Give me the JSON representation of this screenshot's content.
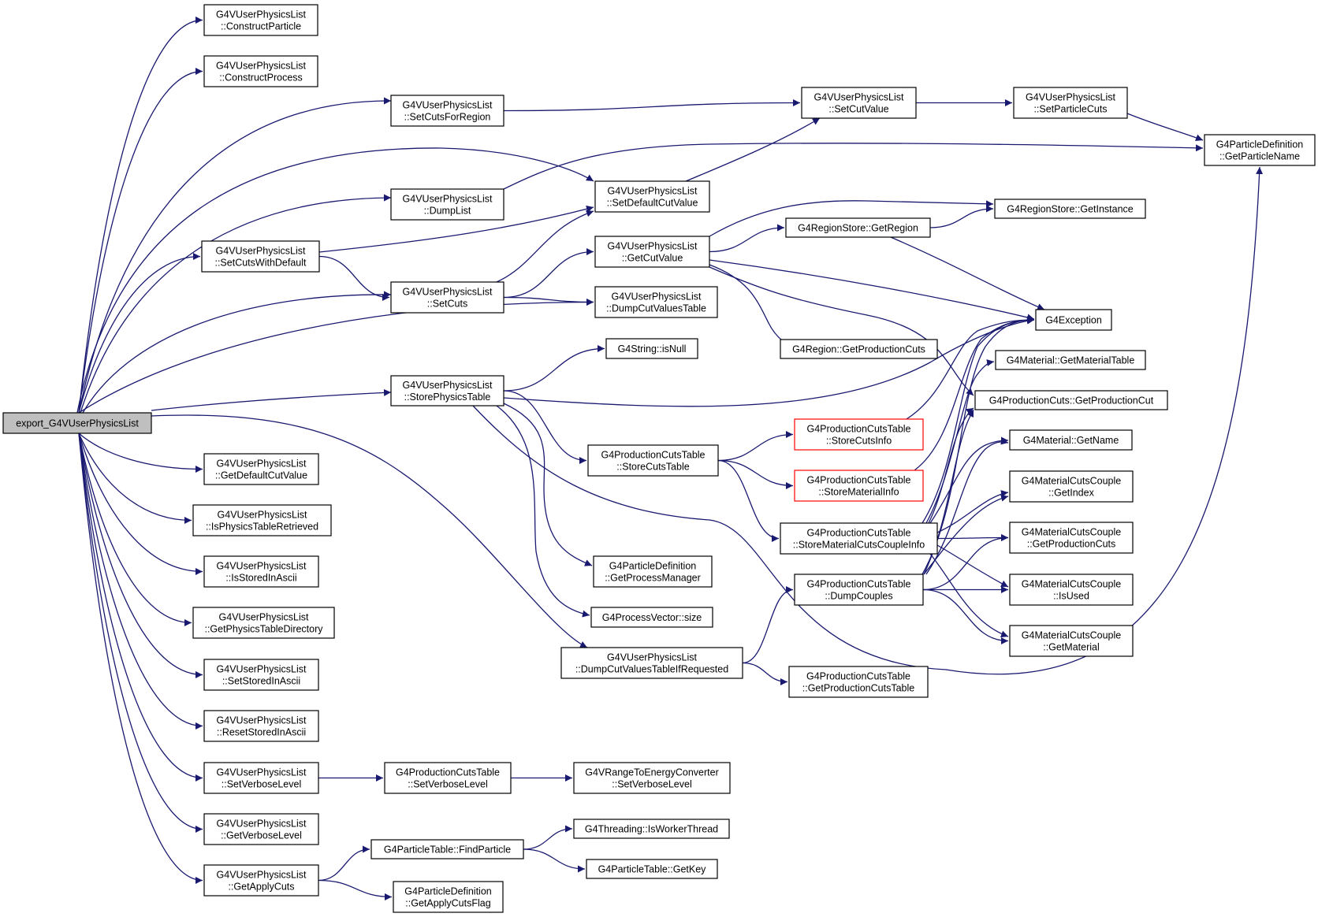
{
  "graph": {
    "edge_color": "#191970",
    "root_fill": "#bfbfbf",
    "truncated_border": "#ff0000",
    "nodes": [
      {
        "id": "root",
        "lines": [
          "export_G4VUserPhysicsList"
        ],
        "root": true
      },
      {
        "id": "constructParticle",
        "lines": [
          "G4VUserPhysicsList",
          "::ConstructParticle"
        ]
      },
      {
        "id": "constructProcess",
        "lines": [
          "G4VUserPhysicsList",
          "::ConstructProcess"
        ]
      },
      {
        "id": "setCutsForRegion",
        "lines": [
          "G4VUserPhysicsList",
          "::SetCutsForRegion"
        ]
      },
      {
        "id": "setCutValue",
        "lines": [
          "G4VUserPhysicsList",
          "::SetCutValue"
        ]
      },
      {
        "id": "setParticleCuts",
        "lines": [
          "G4VUserPhysicsList",
          "::SetParticleCuts"
        ]
      },
      {
        "id": "getParticleName",
        "lines": [
          "G4ParticleDefinition",
          "::GetParticleName"
        ]
      },
      {
        "id": "dumpList",
        "lines": [
          "G4VUserPhysicsList",
          "::DumpList"
        ]
      },
      {
        "id": "setDefaultCutValue",
        "lines": [
          "G4VUserPhysicsList",
          "::SetDefaultCutValue"
        ]
      },
      {
        "id": "regionStoreGetInstance",
        "lines": [
          "G4RegionStore::GetInstance"
        ]
      },
      {
        "id": "setCutsWithDefault",
        "lines": [
          "G4VUserPhysicsList",
          "::SetCutsWithDefault"
        ]
      },
      {
        "id": "getCutValue",
        "lines": [
          "G4VUserPhysicsList",
          "::GetCutValue"
        ]
      },
      {
        "id": "regionStoreGetRegion",
        "lines": [
          "G4RegionStore::GetRegion"
        ]
      },
      {
        "id": "setCuts",
        "lines": [
          "G4VUserPhysicsList",
          "::SetCuts"
        ]
      },
      {
        "id": "dumpCutValuesTable",
        "lines": [
          "G4VUserPhysicsList",
          "::DumpCutValuesTable"
        ]
      },
      {
        "id": "g4Exception",
        "lines": [
          "G4Exception"
        ]
      },
      {
        "id": "stringIsNull",
        "lines": [
          "G4String::isNull"
        ]
      },
      {
        "id": "regionGetProductionCuts",
        "lines": [
          "G4Region::GetProductionCuts"
        ]
      },
      {
        "id": "materialGetMaterialTable",
        "lines": [
          "G4Material::GetMaterialTable"
        ]
      },
      {
        "id": "storePhysicsTable",
        "lines": [
          "G4VUserPhysicsList",
          "::StorePhysicsTable"
        ]
      },
      {
        "id": "productionCutsGetProductionCut",
        "lines": [
          "G4ProductionCuts::GetProductionCut"
        ]
      },
      {
        "id": "storeCutsInfo",
        "lines": [
          "G4ProductionCutsTable",
          "::StoreCutsInfo"
        ],
        "truncated": true
      },
      {
        "id": "materialGetName",
        "lines": [
          "G4Material::GetName"
        ]
      },
      {
        "id": "storeCutsTable",
        "lines": [
          "G4ProductionCutsTable",
          "::StoreCutsTable"
        ]
      },
      {
        "id": "storeMaterialInfo",
        "lines": [
          "G4ProductionCutsTable",
          "::StoreMaterialInfo"
        ],
        "truncated": true
      },
      {
        "id": "mccGetIndex",
        "lines": [
          "G4MaterialCutsCouple",
          "::GetIndex"
        ]
      },
      {
        "id": "getDefaultCutValue",
        "lines": [
          "G4VUserPhysicsList",
          "::GetDefaultCutValue"
        ]
      },
      {
        "id": "isPhysicsTableRetrieved",
        "lines": [
          "G4VUserPhysicsList",
          "::IsPhysicsTableRetrieved"
        ]
      },
      {
        "id": "storeMaterialCutsCoupleInfo",
        "lines": [
          "G4ProductionCutsTable",
          "::StoreMaterialCutsCoupleInfo"
        ]
      },
      {
        "id": "mccGetProductionCuts",
        "lines": [
          "G4MaterialCutsCouple",
          "::GetProductionCuts"
        ]
      },
      {
        "id": "isStoredInAscii",
        "lines": [
          "G4VUserPhysicsList",
          "::IsStoredInAscii"
        ]
      },
      {
        "id": "getProcessManager",
        "lines": [
          "G4ParticleDefinition",
          "::GetProcessManager"
        ]
      },
      {
        "id": "dumpCouples",
        "lines": [
          "G4ProductionCutsTable",
          "::DumpCouples"
        ]
      },
      {
        "id": "mccIsUsed",
        "lines": [
          "G4MaterialCutsCouple",
          "::IsUsed"
        ]
      },
      {
        "id": "getPhysicsTableDirectory",
        "lines": [
          "G4VUserPhysicsList",
          "::GetPhysicsTableDirectory"
        ]
      },
      {
        "id": "processVectorSize",
        "lines": [
          "G4ProcessVector::size"
        ]
      },
      {
        "id": "mccGetMaterial",
        "lines": [
          "G4MaterialCutsCouple",
          "::GetMaterial"
        ]
      },
      {
        "id": "dumpCutValuesTableIfRequested",
        "lines": [
          "G4VUserPhysicsList",
          "::DumpCutValuesTableIfRequested"
        ]
      },
      {
        "id": "setStoredInAscii",
        "lines": [
          "G4VUserPhysicsList",
          "::SetStoredInAscii"
        ]
      },
      {
        "id": "getProductionCutsTable",
        "lines": [
          "G4ProductionCutsTable",
          "::GetProductionCutsTable"
        ]
      },
      {
        "id": "resetStoredInAscii",
        "lines": [
          "G4VUserPhysicsList",
          "::ResetStoredInAscii"
        ]
      },
      {
        "id": "setVerboseLevel",
        "lines": [
          "G4VUserPhysicsList",
          "::SetVerboseLevel"
        ]
      },
      {
        "id": "pctSetVerboseLevel",
        "lines": [
          "G4ProductionCutsTable",
          "::SetVerboseLevel"
        ]
      },
      {
        "id": "rangeToEnergySetVerboseLevel",
        "lines": [
          "G4VRangeToEnergyConverter",
          "::SetVerboseLevel"
        ]
      },
      {
        "id": "getVerboseLevel",
        "lines": [
          "G4VUserPhysicsList",
          "::GetVerboseLevel"
        ]
      },
      {
        "id": "threadingIsWorkerThread",
        "lines": [
          "G4Threading::IsWorkerThread"
        ]
      },
      {
        "id": "particleTableFindParticle",
        "lines": [
          "G4ParticleTable::FindParticle"
        ]
      },
      {
        "id": "particleTableGetKey",
        "lines": [
          "G4ParticleTable::GetKey"
        ]
      },
      {
        "id": "getApplyCuts",
        "lines": [
          "G4VUserPhysicsList",
          "::GetApplyCuts"
        ]
      },
      {
        "id": "getApplyCutsFlag",
        "lines": [
          "G4ParticleDefinition",
          "::GetApplyCutsFlag"
        ]
      }
    ],
    "edges": [
      [
        "root",
        "constructParticle"
      ],
      [
        "root",
        "constructProcess"
      ],
      [
        "root",
        "setCutsForRegion"
      ],
      [
        "root",
        "setDefaultCutValue"
      ],
      [
        "root",
        "dumpList"
      ],
      [
        "root",
        "setCutsWithDefault"
      ],
      [
        "root",
        "setCuts"
      ],
      [
        "root",
        "dumpCutValuesTable"
      ],
      [
        "root",
        "storePhysicsTable"
      ],
      [
        "root",
        "getDefaultCutValue"
      ],
      [
        "root",
        "isPhysicsTableRetrieved"
      ],
      [
        "root",
        "isStoredInAscii"
      ],
      [
        "root",
        "getPhysicsTableDirectory"
      ],
      [
        "root",
        "setStoredInAscii"
      ],
      [
        "root",
        "resetStoredInAscii"
      ],
      [
        "root",
        "setVerboseLevel"
      ],
      [
        "root",
        "getVerboseLevel"
      ],
      [
        "root",
        "getApplyCuts"
      ],
      [
        "root",
        "dumpCutValuesTableIfRequested"
      ],
      [
        "setCutsForRegion",
        "setCutValue"
      ],
      [
        "setCutValue",
        "setParticleCuts"
      ],
      [
        "setParticleCuts",
        "getParticleName"
      ],
      [
        "dumpList",
        "getParticleName"
      ],
      [
        "setDefaultCutValue",
        "setCutValue"
      ],
      [
        "setCutsWithDefault",
        "setDefaultCutValue"
      ],
      [
        "setCutsWithDefault",
        "setCuts"
      ],
      [
        "setCuts",
        "setDefaultCutValue"
      ],
      [
        "setCuts",
        "getCutValue"
      ],
      [
        "setCuts",
        "dumpCutValuesTable"
      ],
      [
        "getCutValue",
        "regionStoreGetInstance"
      ],
      [
        "getCutValue",
        "regionStoreGetRegion"
      ],
      [
        "getCutValue",
        "g4Exception"
      ],
      [
        "getCutValue",
        "regionGetProductionCuts"
      ],
      [
        "getCutValue",
        "productionCutsGetProductionCut"
      ],
      [
        "regionStoreGetRegion",
        "regionStoreGetInstance"
      ],
      [
        "regionStoreGetRegion",
        "g4Exception"
      ],
      [
        "storePhysicsTable",
        "stringIsNull"
      ],
      [
        "storePhysicsTable",
        "g4Exception"
      ],
      [
        "storePhysicsTable",
        "storeCutsTable"
      ],
      [
        "storePhysicsTable",
        "getProcessManager"
      ],
      [
        "storePhysicsTable",
        "processVectorSize"
      ],
      [
        "storePhysicsTable",
        "getParticleName"
      ],
      [
        "storeCutsTable",
        "storeCutsInfo"
      ],
      [
        "storeCutsTable",
        "storeMaterialInfo"
      ],
      [
        "storeCutsTable",
        "storeMaterialCutsCoupleInfo"
      ],
      [
        "storeCutsInfo",
        "g4Exception"
      ],
      [
        "storeMaterialInfo",
        "g4Exception"
      ],
      [
        "storeMaterialCutsCoupleInfo",
        "g4Exception"
      ],
      [
        "storeMaterialCutsCoupleInfo",
        "materialGetMaterialTable"
      ],
      [
        "storeMaterialCutsCoupleInfo",
        "productionCutsGetProductionCut"
      ],
      [
        "storeMaterialCutsCoupleInfo",
        "materialGetName"
      ],
      [
        "storeMaterialCutsCoupleInfo",
        "mccGetIndex"
      ],
      [
        "storeMaterialCutsCoupleInfo",
        "mccGetProductionCuts"
      ],
      [
        "storeMaterialCutsCoupleInfo",
        "mccIsUsed"
      ],
      [
        "storeMaterialCutsCoupleInfo",
        "mccGetMaterial"
      ],
      [
        "dumpCouples",
        "g4Exception"
      ],
      [
        "dumpCouples",
        "productionCutsGetProductionCut"
      ],
      [
        "dumpCouples",
        "materialGetName"
      ],
      [
        "dumpCouples",
        "mccGetIndex"
      ],
      [
        "dumpCouples",
        "mccGetProductionCuts"
      ],
      [
        "dumpCouples",
        "mccIsUsed"
      ],
      [
        "dumpCouples",
        "mccGetMaterial"
      ],
      [
        "dumpCutValuesTableIfRequested",
        "dumpCouples"
      ],
      [
        "dumpCutValuesTableIfRequested",
        "getProductionCutsTable"
      ],
      [
        "setVerboseLevel",
        "pctSetVerboseLevel"
      ],
      [
        "pctSetVerboseLevel",
        "rangeToEnergySetVerboseLevel"
      ],
      [
        "getApplyCuts",
        "particleTableFindParticle"
      ],
      [
        "getApplyCuts",
        "getApplyCutsFlag"
      ],
      [
        "particleTableFindParticle",
        "threadingIsWorkerThread"
      ],
      [
        "particleTableFindParticle",
        "particleTableGetKey"
      ]
    ]
  }
}
